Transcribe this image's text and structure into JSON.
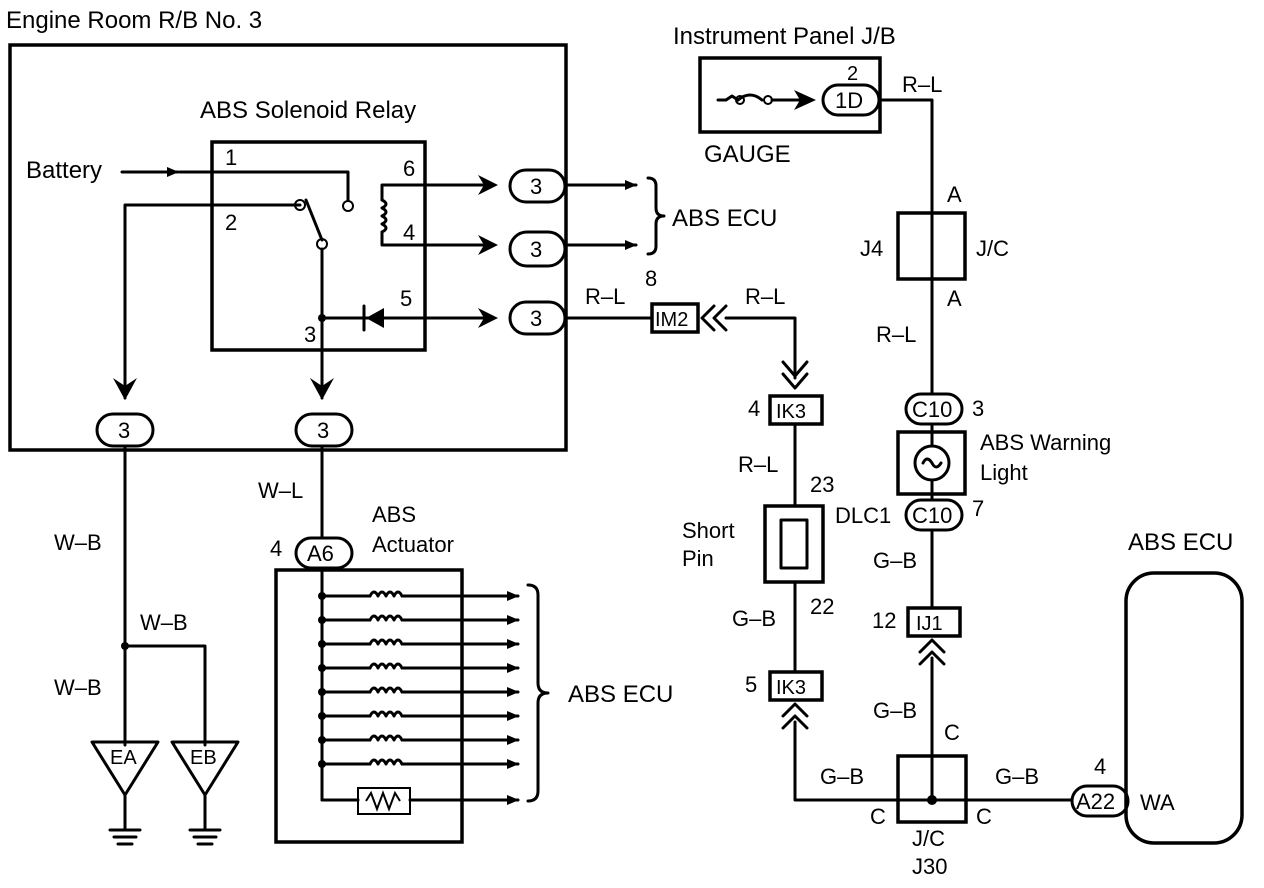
{
  "relay_block": {
    "title": "Engine Room R/B No. 3",
    "relay_name": "ABS Solenoid Relay",
    "battery": "Battery",
    "pins": {
      "p1": "1",
      "p2": "2",
      "p3": "3",
      "p4": "4",
      "p5": "5",
      "p6": "6"
    },
    "conn": "3"
  },
  "abs_ecu_upper": "ABS ECU",
  "abs_ecu_lower": "ABS ECU",
  "abs_ecu_right": "ABS ECU",
  "instrument_panel": {
    "title": "Instrument Panel J/B",
    "gauge": "GAUGE",
    "conn": "1D",
    "pin": "2"
  },
  "wires": {
    "rl": "R–L",
    "wl": "W–L",
    "wb": "W–B",
    "gb": "G–B"
  },
  "jc_j4": {
    "name": "J4",
    "type": "J/C",
    "pin_a": "A"
  },
  "im2": {
    "label": "IM2",
    "pin": "8"
  },
  "ik3_upper": {
    "label": "IK3",
    "pin": "4"
  },
  "ik3_lower": {
    "label": "IK3",
    "pin": "5"
  },
  "short_pin": {
    "label_l1": "Short",
    "label_l2": "Pin",
    "pin_top": "23",
    "pin_bottom": "22"
  },
  "c10_upper": {
    "label": "C10",
    "pin": "3"
  },
  "c10_lower": {
    "label": "C10",
    "pin": "7",
    "dlc": "DLC1"
  },
  "warning_light": {
    "l1": "ABS Warning",
    "l2": "Light"
  },
  "ij1": {
    "label": "IJ1",
    "pin": "12"
  },
  "jc_j30": {
    "type": "J/C",
    "name": "J30",
    "pin_c": "C"
  },
  "a22": {
    "label": "A22",
    "pin": "4",
    "terminal": "WA"
  },
  "actuator": {
    "l1": "ABS",
    "l2": "Actuator",
    "conn": "A6",
    "pin": "4"
  },
  "grounds": {
    "ea": "EA",
    "eb": "EB"
  }
}
